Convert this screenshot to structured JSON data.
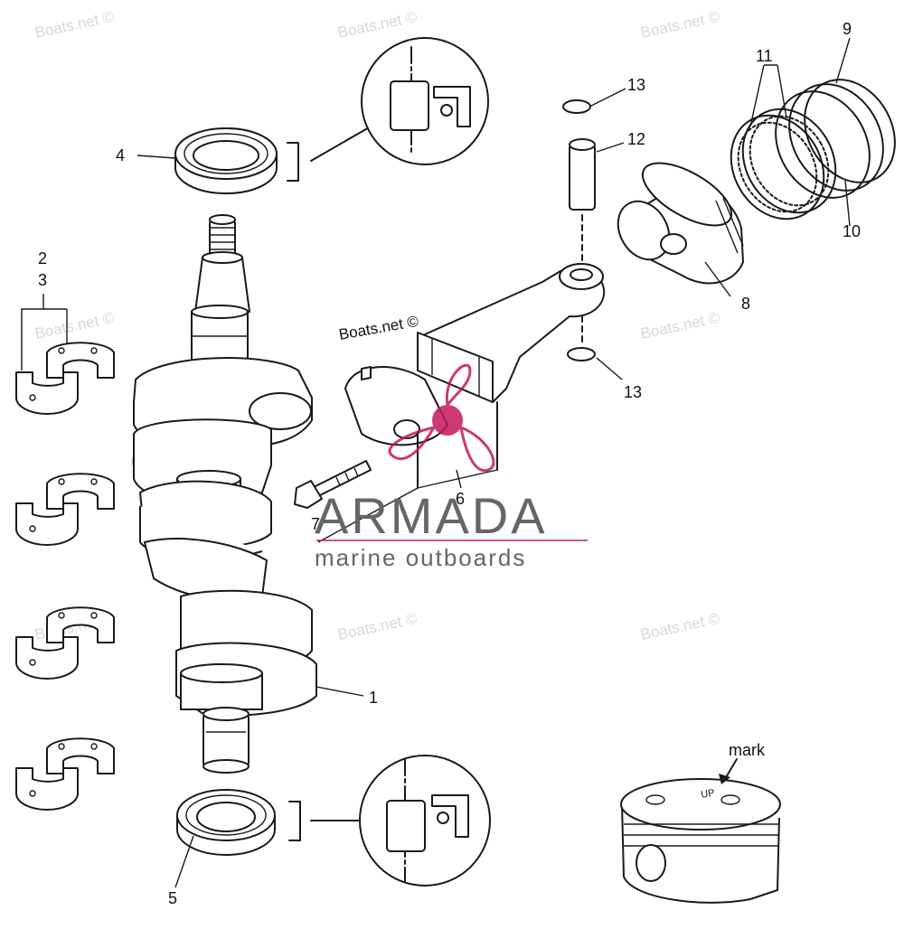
{
  "colors": {
    "line": "#1a1a1a",
    "watermark": "#d8d8d8",
    "brand": "#666666",
    "brand_accent": "#c2185b"
  },
  "watermark_text": "Boats.net ©",
  "copyright_label": "Boats.net ©",
  "brand": {
    "name": "ARMADA",
    "tagline": "marine outboards",
    "logo_icon": "propeller-logo-icon"
  },
  "callouts": {
    "c1": "1",
    "c2": "2",
    "c3": "3",
    "c4": "4",
    "c5": "5",
    "c6": "6",
    "c7": "7",
    "c8": "8",
    "c9": "9",
    "c10": "10",
    "c11": "11",
    "c12": "12",
    "c13a": "13",
    "c13b": "13",
    "mark": "mark"
  },
  "piston_marking": "UP"
}
